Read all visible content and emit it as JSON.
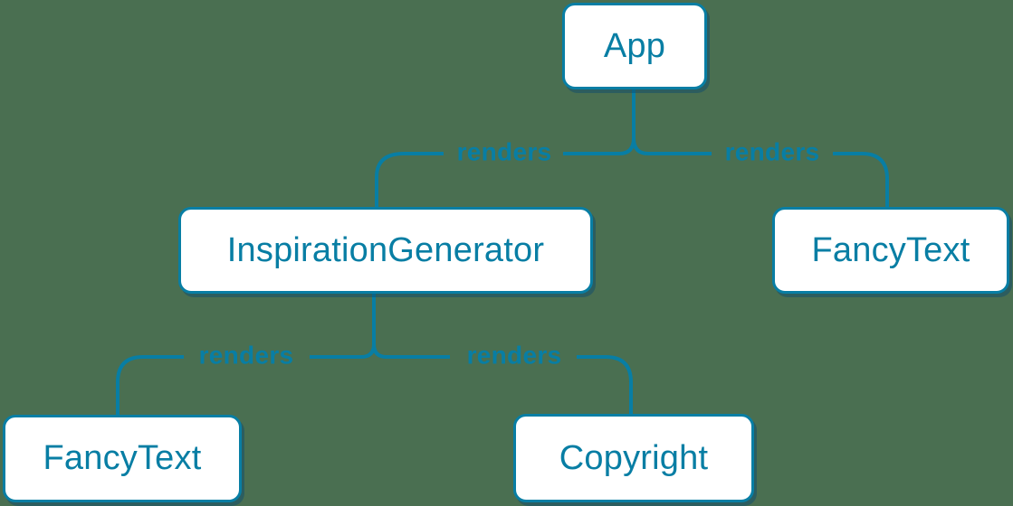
{
  "theme": {
    "background": "#4a6f51",
    "accent": "#087ea4",
    "node_fill": "#ffffff",
    "node_shadow": "rgba(13,76,110,0.5)"
  },
  "diagram": {
    "kind": "component-render-tree",
    "nodes": [
      {
        "id": "app",
        "label": "App"
      },
      {
        "id": "inspiration-generator",
        "label": "InspirationGenerator"
      },
      {
        "id": "fancy-text-top",
        "label": "FancyText"
      },
      {
        "id": "fancy-text-bottom",
        "label": "FancyText"
      },
      {
        "id": "copyright",
        "label": "Copyright"
      }
    ],
    "edges": [
      {
        "from": "App",
        "to": "InspirationGenerator",
        "label": "renders"
      },
      {
        "from": "App",
        "to": "FancyText",
        "label": "renders"
      },
      {
        "from": "InspirationGenerator",
        "to": "FancyText",
        "label": "renders"
      },
      {
        "from": "InspirationGenerator",
        "to": "Copyright",
        "label": "renders"
      }
    ]
  }
}
